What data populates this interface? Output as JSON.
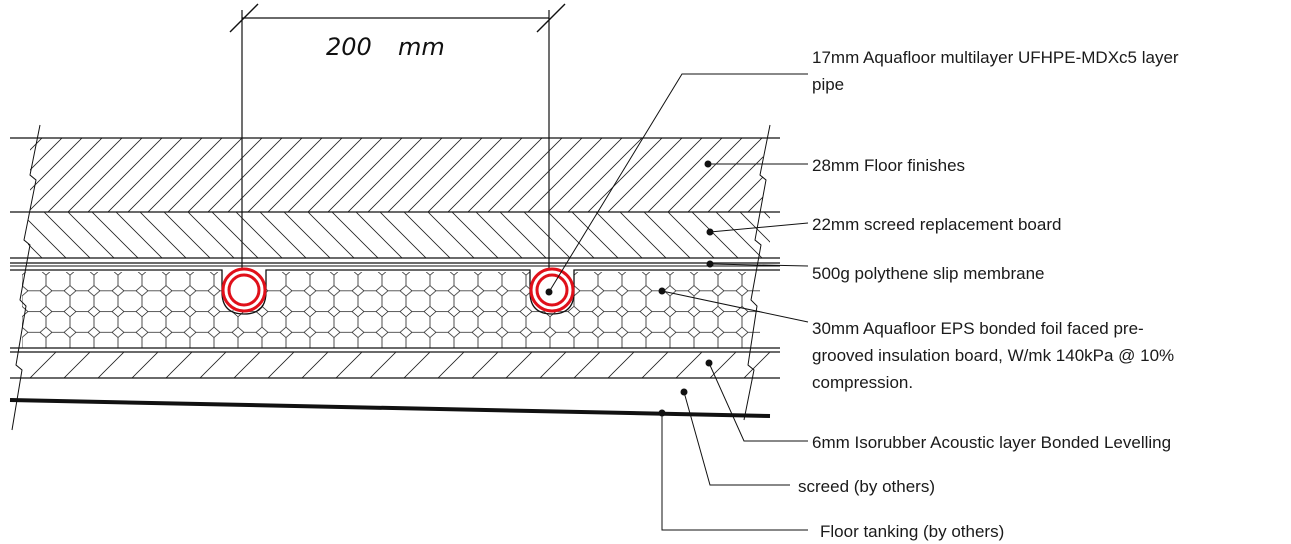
{
  "dimension": {
    "value": "200",
    "unit": "mm"
  },
  "labels": {
    "pipe_line1": "17mm Aquafloor multilayer UFHPE-MDXc5 layer",
    "pipe_line2": "pipe",
    "floor_finishes": "28mm Floor finishes",
    "screed_board": "22mm screed replacement board",
    "slip_membrane": "500g polythene slip membrane",
    "eps_line1": "30mm Aquafloor EPS bonded foil faced pre-",
    "eps_line2": "grooved insulation board, W/mk 140kPa @ 10%",
    "eps_line3": "compression.",
    "acoustic": "6mm Isorubber Acoustic layer Bonded Levelling",
    "screed_others": "screed (by others)",
    "tanking": "Floor tanking (by others)"
  },
  "colors": {
    "pipe": "#e0101a",
    "line": "#111111"
  }
}
